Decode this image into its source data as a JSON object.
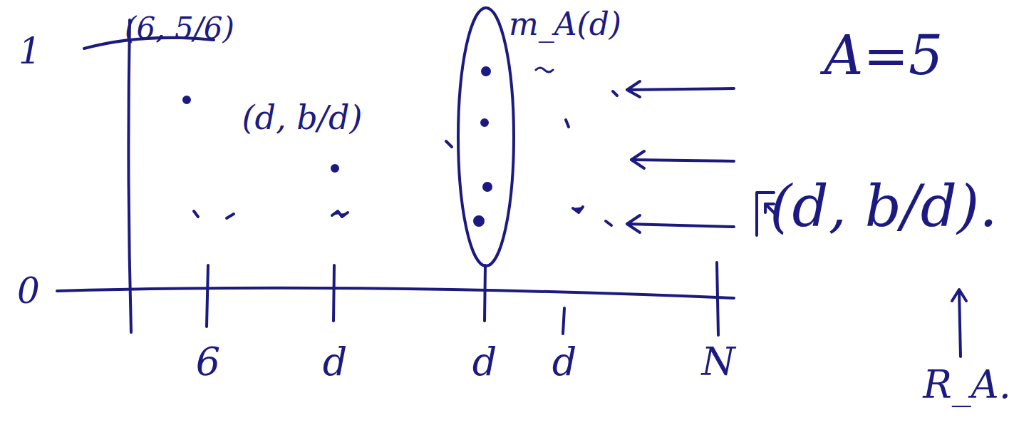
{
  "diagram": {
    "nodes": [
      {
        "text": [
          "m_A(d)"
        ]
      }
    ],
    "labels": [
      "1",
      "0",
      "(6, 5/6)",
      "(d, b/d)",
      "A=5",
      "(d, b/d).",
      "R_A.",
      "6",
      "d",
      "d",
      "d",
      "N"
    ]
  }
}
